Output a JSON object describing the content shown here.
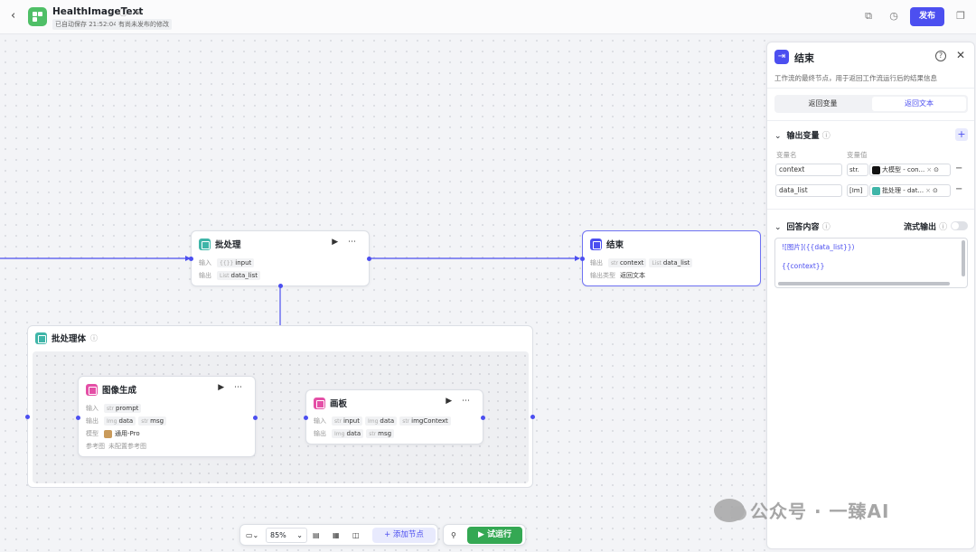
{
  "header": {
    "title": "HealthImageText",
    "title_icons": "ⓘ ✎",
    "saved": "已自动保存 21:52:04",
    "unpublished": "有尚未发布的修改",
    "publish": "发布"
  },
  "nodes": {
    "batch": {
      "title": "批处理",
      "in_label": "输入",
      "in_type": "{{}}",
      "in_value": "input",
      "out_label": "输出",
      "out_type": "List",
      "out_value": "data_list"
    },
    "end": {
      "title": "结束",
      "out_label": "输出",
      "out1_type": "str",
      "out1_value": "context",
      "out2_type": "List",
      "out2_value": "data_list",
      "type_label": "输出类型",
      "type_value": "返回文本"
    },
    "group": {
      "title": "批处理体"
    },
    "image_gen": {
      "title": "图像生成",
      "in_label": "输入",
      "in_type": "str",
      "in_value": "prompt",
      "out_label": "输出",
      "out1_type": "Img",
      "out1_value": "data",
      "out2_type": "str",
      "out2_value": "msg",
      "model_label": "模型",
      "model_value": "通用-Pro",
      "ref_label": "参考图",
      "ref_value": "未配置参考图"
    },
    "canvas": {
      "title": "画板",
      "in_label": "输入",
      "in1_type": "str",
      "in1_value": "input",
      "in2_type": "Img",
      "in2_value": "data",
      "in3_type": "str",
      "in3_value": "imgContext",
      "out_label": "输出",
      "out1_type": "Img",
      "out1_value": "data",
      "out2_type": "str",
      "out2_value": "msg"
    }
  },
  "toolbar": {
    "zoom": "85%",
    "add_node": "+ 添加节点",
    "run": "▶ 试运行"
  },
  "panel": {
    "title": "结束",
    "description": "工作流的最终节点，用于返回工作流运行后的结果信息",
    "tab_vars": "返回变量",
    "tab_text": "返回文本",
    "output_vars_title": "输出变量",
    "col_name": "变量名",
    "col_value": "变量值",
    "var1_name": "context",
    "var1_type": "str.",
    "var1_value": "大模型 - con...",
    "var2_name": "data_list",
    "var2_type": "[Im]",
    "var2_value": "批处理 - dat...",
    "answer_title": "回答内容",
    "stream_label": "流式输出",
    "answer_line1": "![图片]({{data_list}})",
    "answer_line2": "{{context}}"
  },
  "colors": {
    "accent": "#4c4ff0",
    "batch_icon": "#3fb5a8",
    "end_icon": "#4c4ff0",
    "image_icon": "#e44fa6",
    "canvas_icon": "#e44fa6",
    "run": "#34a853"
  },
  "watermark": "公众号 · 一臻AI"
}
